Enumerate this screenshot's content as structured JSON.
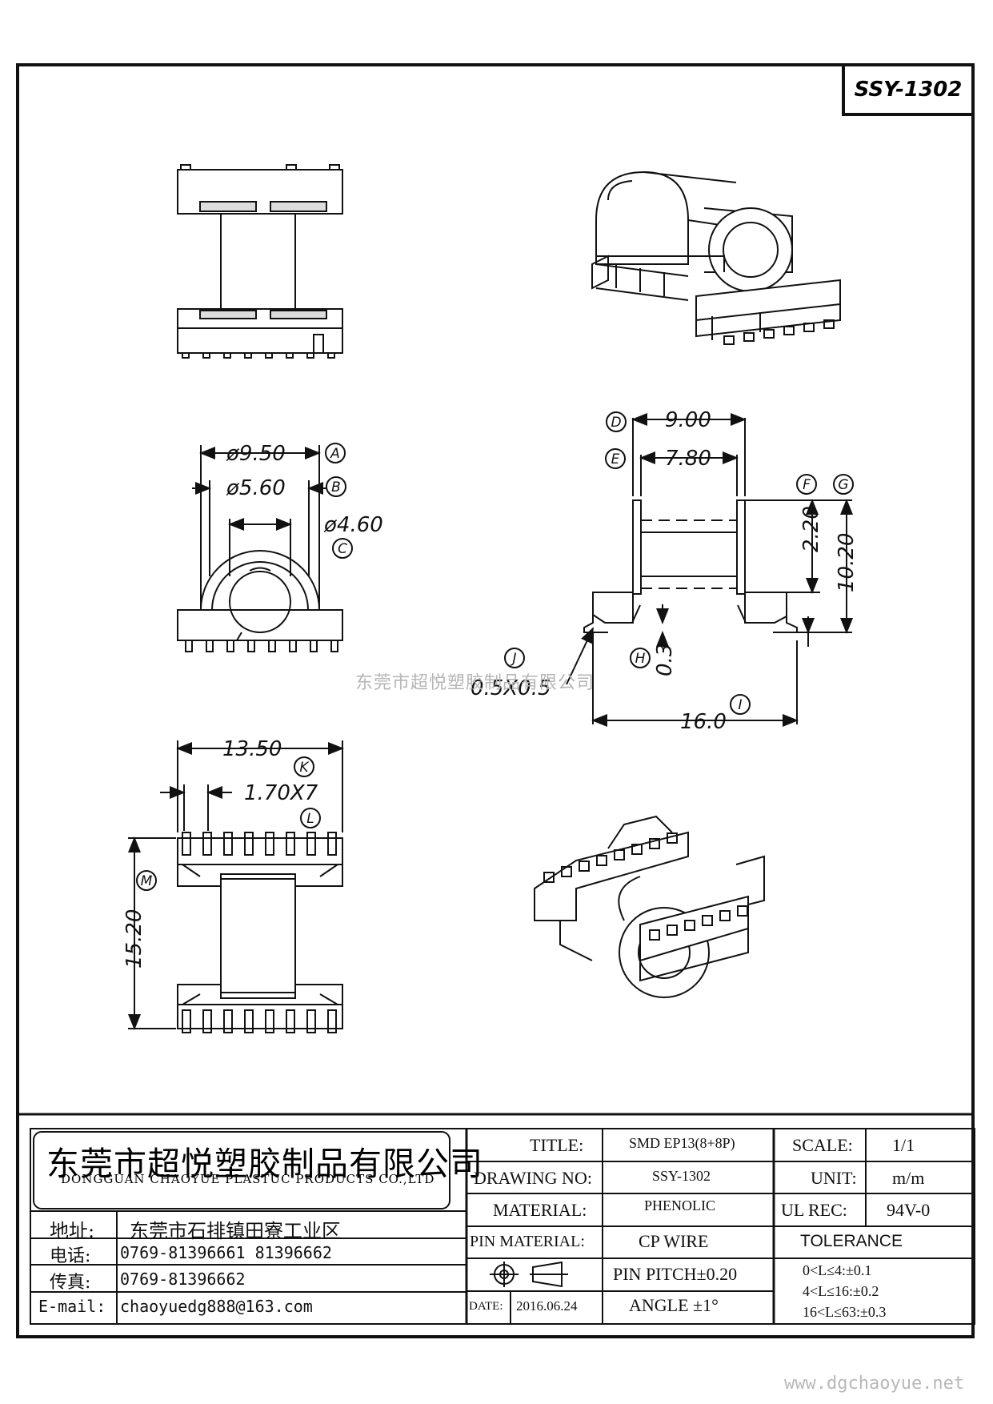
{
  "drawing_code": "SSY-1302",
  "watermark": "东莞市超悦塑胶制品有限公司",
  "website": "www.dgchaoyue.net",
  "dimensions": {
    "a": "ø9.50",
    "b": "ø5.60",
    "c": "ø4.60",
    "d": "9.00",
    "e": "7.80",
    "f": "2.20",
    "g": "10.20",
    "h": "0.3",
    "i": "16.0",
    "j": "0.5X0.5",
    "k": "13.50",
    "l": "1.70X7",
    "m": "15.20"
  },
  "callouts": {
    "a": "A",
    "b": "B",
    "c": "C",
    "d": "D",
    "e": "E",
    "f": "F",
    "g": "G",
    "h": "H",
    "i": "I",
    "j": "J",
    "k": "K",
    "l": "L",
    "m": "M"
  },
  "title_block": {
    "company_cn": "东莞市超悦塑胶制品有限公司",
    "company_en": "DONGGUAN CHAOYUE PLASTUC PRODUCTS CO.,LTD",
    "address_label": "地址:",
    "address_value": "东莞市石排镇田寮工业区",
    "phone_label": "电话:",
    "phone_value": "0769-81396661  81396662",
    "fax_label": "传真:",
    "fax_value": "0769-81396662",
    "email_label": "E-mail:",
    "email_value": "chaoyuedg888@163.com",
    "title_label": "TITLE:",
    "title_value": "SMD EP13(8+8P)",
    "drawing_no_label": "DRAWING NO:",
    "drawing_no_value": "SSY-1302",
    "material_label": "MATERIAL:",
    "material_value": "PHENOLIC",
    "pin_material_label": "PIN MATERIAL:",
    "pin_material_value": "CP WIRE",
    "pin_pitch": "PIN PITCH±0.20",
    "angle": "ANGLE  ±1°",
    "date_label": "DATE:",
    "date_value": "2016.06.24",
    "scale_label": "SCALE:",
    "scale_value": "1/1",
    "unit_label": "UNIT:",
    "unit_value": "m/m",
    "ul_label": "UL REC:",
    "ul_value": "94V-0",
    "tolerance_label": "TOLERANCE",
    "tolerance_rows": [
      "0<L≤4:±0.1",
      "4<L≤16:±0.2",
      "16<L≤63:±0.3"
    ]
  }
}
